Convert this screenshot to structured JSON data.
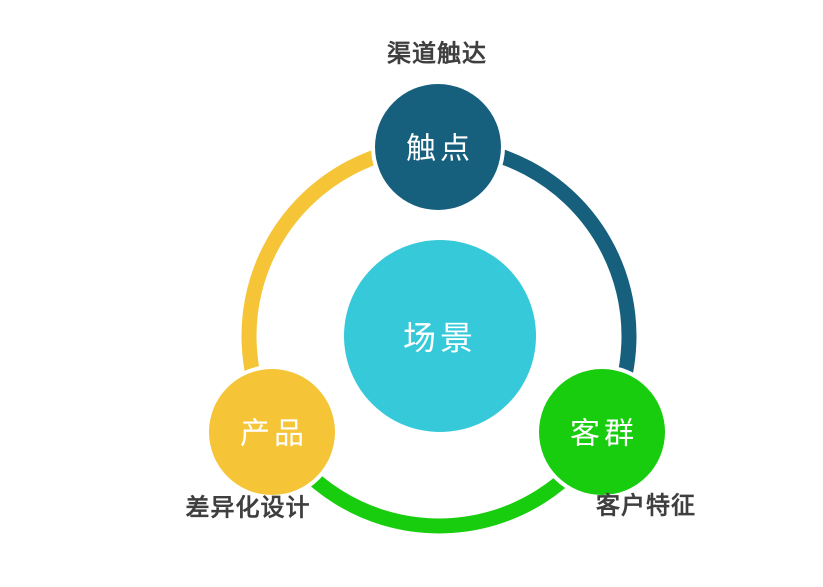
{
  "colors": {
    "teal": "#16607E",
    "yellow": "#F5C437",
    "green": "#17CD0E",
    "cyan": "#36C9DA",
    "node_text": "#FFFFFF",
    "annotation_text": "#3F3F3F",
    "background": "#FFFFFF"
  },
  "center": {
    "label": "场景"
  },
  "nodes": [
    {
      "id": "touchpoint",
      "label": "触点",
      "annotation": "渠道触达",
      "position": "top",
      "color": "#16607E"
    },
    {
      "id": "product",
      "label": "产品",
      "annotation": "差异化设计",
      "position": "bottom-left",
      "color": "#F5C437"
    },
    {
      "id": "customer-group",
      "label": "客群",
      "annotation": "客户特征",
      "position": "bottom-right",
      "color": "#17CD0E"
    }
  ],
  "ring": {
    "segments": [
      {
        "id": "right-segment",
        "from": "touchpoint",
        "to": "customer-group",
        "color": "#16607E"
      },
      {
        "id": "bottom-segment",
        "from": "customer-group",
        "to": "product",
        "color": "#17CD0E"
      },
      {
        "id": "left-segment",
        "from": "product",
        "to": "touchpoint",
        "color": "#F5C437"
      }
    ]
  }
}
